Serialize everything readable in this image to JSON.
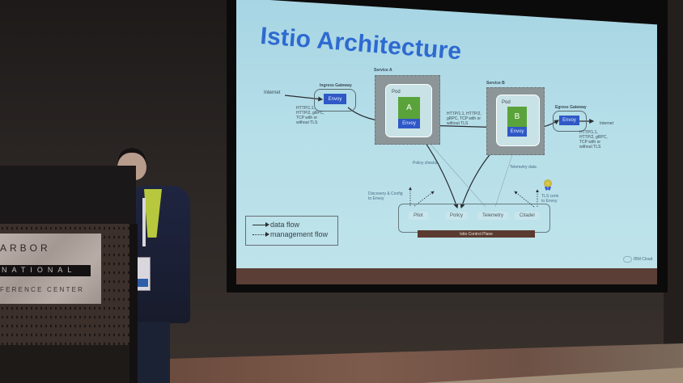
{
  "scene": {
    "type": "conference presentation photo",
    "podium_sign": {
      "line1": "ARBOR",
      "line2": "NATIONAL",
      "line3": "FERENCE CENTER"
    }
  },
  "slide": {
    "title": "Istio Architecture",
    "internet_left": "Internet",
    "internet_right": "Internet",
    "ingress_gateway": {
      "label": "Ingress Gateway",
      "envoy": "Envoy"
    },
    "ingress_protocols": [
      "HTTP/1.1,",
      "HTTP/2, gRPC,",
      "TCP with or",
      "without TLS"
    ],
    "service_a": {
      "label": "Service A",
      "pod": "Pod",
      "app": "A",
      "envoy": "Envoy"
    },
    "service_b": {
      "label": "Service B",
      "pod": "Pod",
      "app": "B",
      "envoy": "Envoy"
    },
    "mesh_protocols": [
      "HTTP/1.1, HTTP/2,",
      "gRPC, TCP with or",
      "without TLS"
    ],
    "egress_gateway": {
      "label": "Egress Gateway",
      "envoy": "Envoy"
    },
    "egress_protocols": [
      "HTTP/1.1,",
      "HTTP/2, gRPC,",
      "TCP with or",
      "without TLS"
    ],
    "policy_checks": "Policy checks",
    "telemetry_data": "Telemetry data",
    "discovery_config": [
      "Discovery & Config",
      "to Envoy"
    ],
    "tls_certs": [
      "TLS certs",
      "to Envoy"
    ],
    "control_plane": {
      "components": [
        "Pilot",
        "Policy",
        "Telemetry",
        "Citadel"
      ],
      "label": "Istio Control Plane"
    },
    "legend": {
      "data_flow": "data flow",
      "management_flow": "management flow"
    },
    "footer_brand": "IBM Cloud",
    "colors": {
      "title": "#2e6ad0",
      "envoy": "#2f58c6",
      "app": "#5aa33a",
      "control_plane_band": "#5b3a2f",
      "background": "#b6dfe9"
    }
  }
}
